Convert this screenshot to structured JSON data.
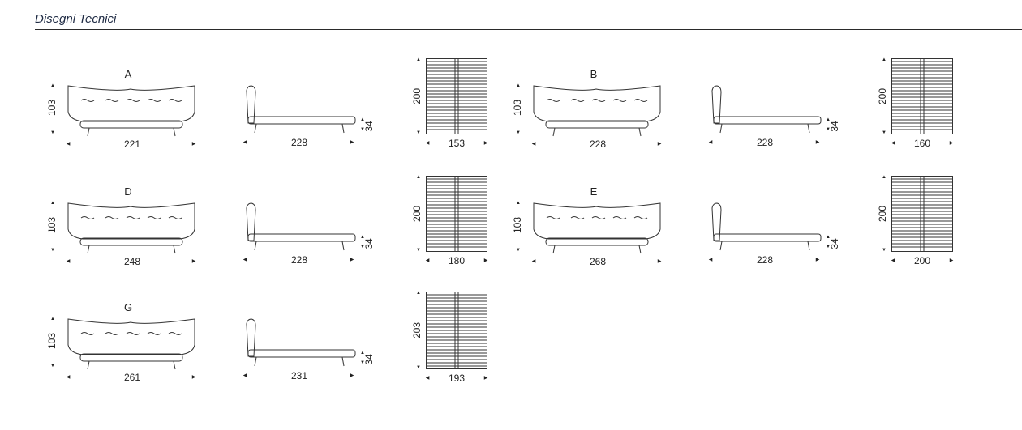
{
  "header": {
    "title": "Disegni Tecnici"
  },
  "rows": [
    {
      "models": [
        {
          "letter": "A",
          "height": "103",
          "front_width": "221",
          "side_length": "228",
          "side_height": "34",
          "slat_height": "200",
          "slat_width": "153"
        },
        {
          "letter": "B",
          "height": "103",
          "front_width": "228",
          "side_length": "228",
          "side_height": "34",
          "slat_height": "200",
          "slat_width": "160"
        }
      ]
    },
    {
      "models": [
        {
          "letter": "D",
          "height": "103",
          "front_width": "248",
          "side_length": "228",
          "side_height": "34",
          "slat_height": "200",
          "slat_width": "180"
        },
        {
          "letter": "E",
          "height": "103",
          "front_width": "268",
          "side_length": "228",
          "side_height": "34",
          "slat_height": "200",
          "slat_width": "200"
        }
      ]
    },
    {
      "models": [
        {
          "letter": "G",
          "height": "103",
          "front_width": "261",
          "side_length": "231",
          "side_height": "34",
          "slat_height": "203",
          "slat_width": "193"
        }
      ]
    }
  ]
}
